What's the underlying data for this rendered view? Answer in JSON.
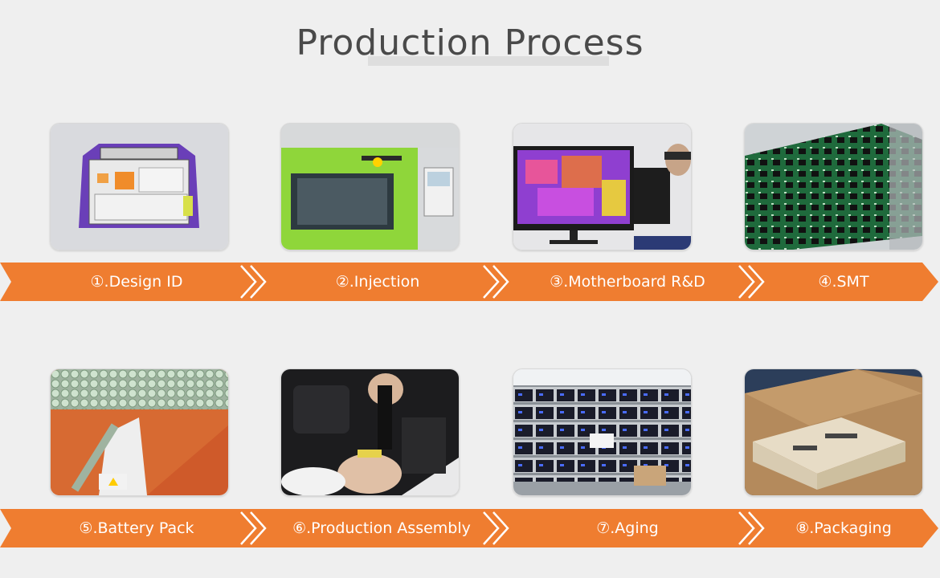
{
  "title": "Production Process",
  "colors": {
    "banner_orange": "#ef7d30",
    "background": "#efefef",
    "chevron": "#ffffff"
  },
  "steps": [
    {
      "label": "①.Design ID",
      "icon": "design-id-photo"
    },
    {
      "label": "②.Injection",
      "icon": "injection-photo"
    },
    {
      "label": "③.Motherboard R&D",
      "icon": "motherboard-photo"
    },
    {
      "label": "④.SMT",
      "icon": "smt-photo"
    },
    {
      "label": "⑤.Battery Pack",
      "icon": "battery-pack-photo"
    },
    {
      "label": "⑥.Production Assembly",
      "icon": "assembly-photo"
    },
    {
      "label": "⑦.Aging",
      "icon": "aging-photo"
    },
    {
      "label": "⑧.Packaging",
      "icon": "packaging-photo"
    }
  ]
}
